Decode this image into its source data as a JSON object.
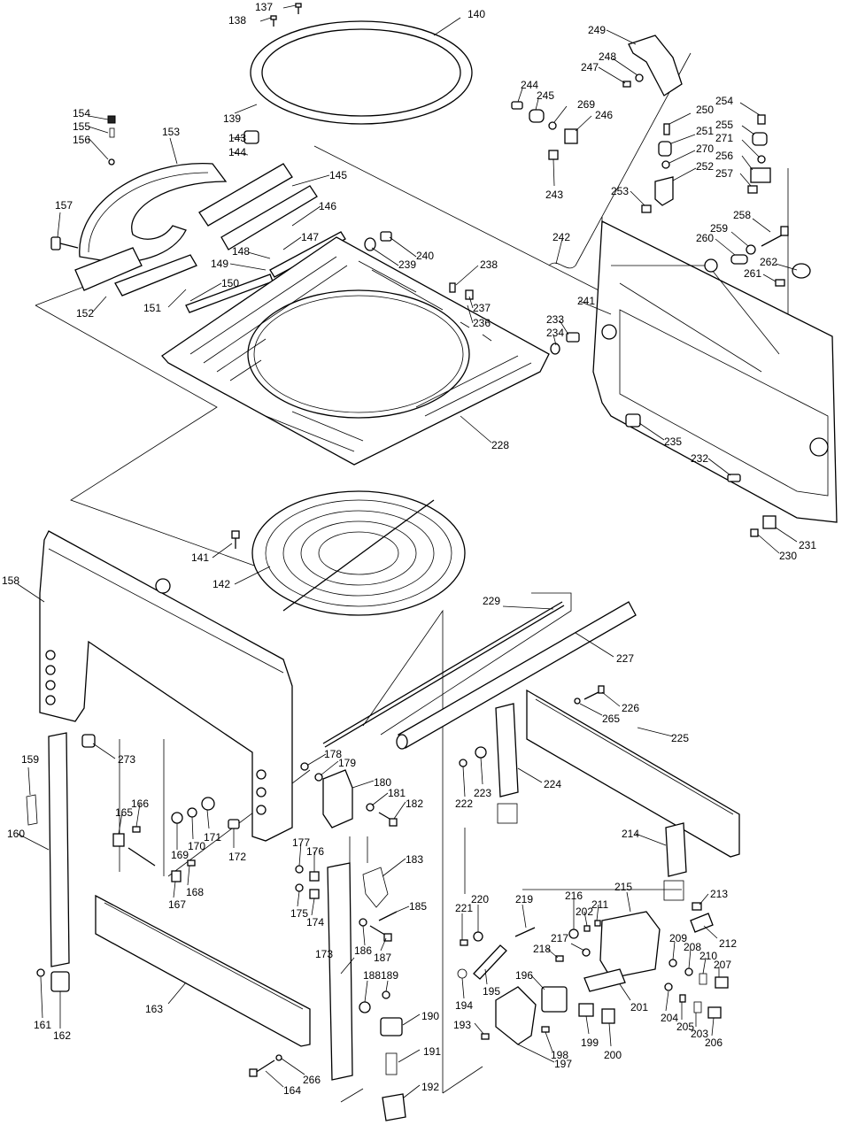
{
  "parts": [
    {
      "id": "p137",
      "number": "137"
    },
    {
      "id": "p138",
      "number": "138"
    },
    {
      "id": "p140",
      "number": "140"
    },
    {
      "id": "p139",
      "number": "139"
    },
    {
      "id": "p154",
      "number": "154"
    },
    {
      "id": "p155",
      "number": "155"
    },
    {
      "id": "p156",
      "number": "156"
    },
    {
      "id": "p153",
      "number": "153"
    },
    {
      "id": "p143",
      "number": "143"
    },
    {
      "id": "p144",
      "number": "144"
    },
    {
      "id": "p145",
      "number": "145"
    },
    {
      "id": "p146",
      "number": "146"
    },
    {
      "id": "p157",
      "number": "157"
    },
    {
      "id": "p147",
      "number": "147"
    },
    {
      "id": "p148",
      "number": "148"
    },
    {
      "id": "p149",
      "number": "149"
    },
    {
      "id": "p150",
      "number": "150"
    },
    {
      "id": "p151",
      "number": "151"
    },
    {
      "id": "p152",
      "number": "152"
    },
    {
      "id": "p240",
      "number": "240"
    },
    {
      "id": "p239",
      "number": "239"
    },
    {
      "id": "p238",
      "number": "238"
    },
    {
      "id": "p237",
      "number": "237"
    },
    {
      "id": "p236",
      "number": "236"
    },
    {
      "id": "p234",
      "number": "234"
    },
    {
      "id": "p233",
      "number": "233"
    },
    {
      "id": "p241",
      "number": "241"
    },
    {
      "id": "p228",
      "number": "228"
    },
    {
      "id": "p249",
      "number": "249"
    },
    {
      "id": "p248",
      "number": "248"
    },
    {
      "id": "p247",
      "number": "247"
    },
    {
      "id": "p244",
      "number": "244"
    },
    {
      "id": "p245",
      "number": "245"
    },
    {
      "id": "p269",
      "number": "269"
    },
    {
      "id": "p246",
      "number": "246"
    },
    {
      "id": "p243",
      "number": "243"
    },
    {
      "id": "p250",
      "number": "250"
    },
    {
      "id": "p254",
      "number": "254"
    },
    {
      "id": "p251",
      "number": "251"
    },
    {
      "id": "p255",
      "number": "255"
    },
    {
      "id": "p271",
      "number": "271"
    },
    {
      "id": "p270",
      "number": "270"
    },
    {
      "id": "p256",
      "number": "256"
    },
    {
      "id": "p252",
      "number": "252"
    },
    {
      "id": "p257",
      "number": "257"
    },
    {
      "id": "p253",
      "number": "253"
    },
    {
      "id": "p242",
      "number": "242"
    },
    {
      "id": "p258",
      "number": "258"
    },
    {
      "id": "p259",
      "number": "259"
    },
    {
      "id": "p260",
      "number": "260"
    },
    {
      "id": "p262",
      "number": "262"
    },
    {
      "id": "p261",
      "number": "261"
    },
    {
      "id": "p235",
      "number": "235"
    },
    {
      "id": "p232",
      "number": "232"
    },
    {
      "id": "p231",
      "number": "231"
    },
    {
      "id": "p230",
      "number": "230"
    },
    {
      "id": "p141",
      "number": "141"
    },
    {
      "id": "p142",
      "number": "142"
    },
    {
      "id": "p158",
      "number": "158"
    },
    {
      "id": "p229",
      "number": "229"
    },
    {
      "id": "p227",
      "number": "227"
    },
    {
      "id": "p226",
      "number": "226"
    },
    {
      "id": "p265",
      "number": "265"
    },
    {
      "id": "p225",
      "number": "225"
    },
    {
      "id": "p273",
      "number": "273"
    },
    {
      "id": "p159",
      "number": "159"
    },
    {
      "id": "p178",
      "number": "178"
    },
    {
      "id": "p179",
      "number": "179"
    },
    {
      "id": "p180",
      "number": "180"
    },
    {
      "id": "p181",
      "number": "181"
    },
    {
      "id": "p182",
      "number": "182"
    },
    {
      "id": "p222",
      "number": "222"
    },
    {
      "id": "p223",
      "number": "223"
    },
    {
      "id": "p224",
      "number": "224"
    },
    {
      "id": "p166",
      "number": "166"
    },
    {
      "id": "p165",
      "number": "165"
    },
    {
      "id": "p171",
      "number": "171"
    },
    {
      "id": "p170",
      "number": "170"
    },
    {
      "id": "p169",
      "number": "169"
    },
    {
      "id": "p172",
      "number": "172"
    },
    {
      "id": "p160",
      "number": "160"
    },
    {
      "id": "p214",
      "number": "214"
    },
    {
      "id": "p177",
      "number": "177"
    },
    {
      "id": "p176",
      "number": "176"
    },
    {
      "id": "p183",
      "number": "183"
    },
    {
      "id": "p168",
      "number": "168"
    },
    {
      "id": "p167",
      "number": "167"
    },
    {
      "id": "p175",
      "number": "175"
    },
    {
      "id": "p174",
      "number": "174"
    },
    {
      "id": "p185",
      "number": "185"
    },
    {
      "id": "p213",
      "number": "213"
    },
    {
      "id": "p215",
      "number": "215"
    },
    {
      "id": "p216",
      "number": "216"
    },
    {
      "id": "p211",
      "number": "211"
    },
    {
      "id": "p202",
      "number": "202"
    },
    {
      "id": "p219",
      "number": "219"
    },
    {
      "id": "p220",
      "number": "220"
    },
    {
      "id": "p221",
      "number": "221"
    },
    {
      "id": "p217",
      "number": "217"
    },
    {
      "id": "p218",
      "number": "218"
    },
    {
      "id": "p212",
      "number": "212"
    },
    {
      "id": "p209",
      "number": "209"
    },
    {
      "id": "p208",
      "number": "208"
    },
    {
      "id": "p210",
      "number": "210"
    },
    {
      "id": "p207",
      "number": "207"
    },
    {
      "id": "p186",
      "number": "186"
    },
    {
      "id": "p187",
      "number": "187"
    },
    {
      "id": "p173",
      "number": "173"
    },
    {
      "id": "p188",
      "number": "188"
    },
    {
      "id": "p189",
      "number": "189"
    },
    {
      "id": "p194",
      "number": "194"
    },
    {
      "id": "p195",
      "number": "195"
    },
    {
      "id": "p196",
      "number": "196"
    },
    {
      "id": "p201",
      "number": "201"
    },
    {
      "id": "p204",
      "number": "204"
    },
    {
      "id": "p205",
      "number": "205"
    },
    {
      "id": "p203",
      "number": "203"
    },
    {
      "id": "p206",
      "number": "206"
    },
    {
      "id": "p161",
      "number": "161"
    },
    {
      "id": "p162",
      "number": "162"
    },
    {
      "id": "p163",
      "number": "163"
    },
    {
      "id": "p190",
      "number": "190"
    },
    {
      "id": "p193",
      "number": "193"
    },
    {
      "id": "p199",
      "number": "199"
    },
    {
      "id": "p200",
      "number": "200"
    },
    {
      "id": "p198",
      "number": "198"
    },
    {
      "id": "p191",
      "number": "191"
    },
    {
      "id": "p197",
      "number": "197"
    },
    {
      "id": "p266",
      "number": "266"
    },
    {
      "id": "p164",
      "number": "164"
    },
    {
      "id": "p192",
      "number": "192"
    }
  ]
}
